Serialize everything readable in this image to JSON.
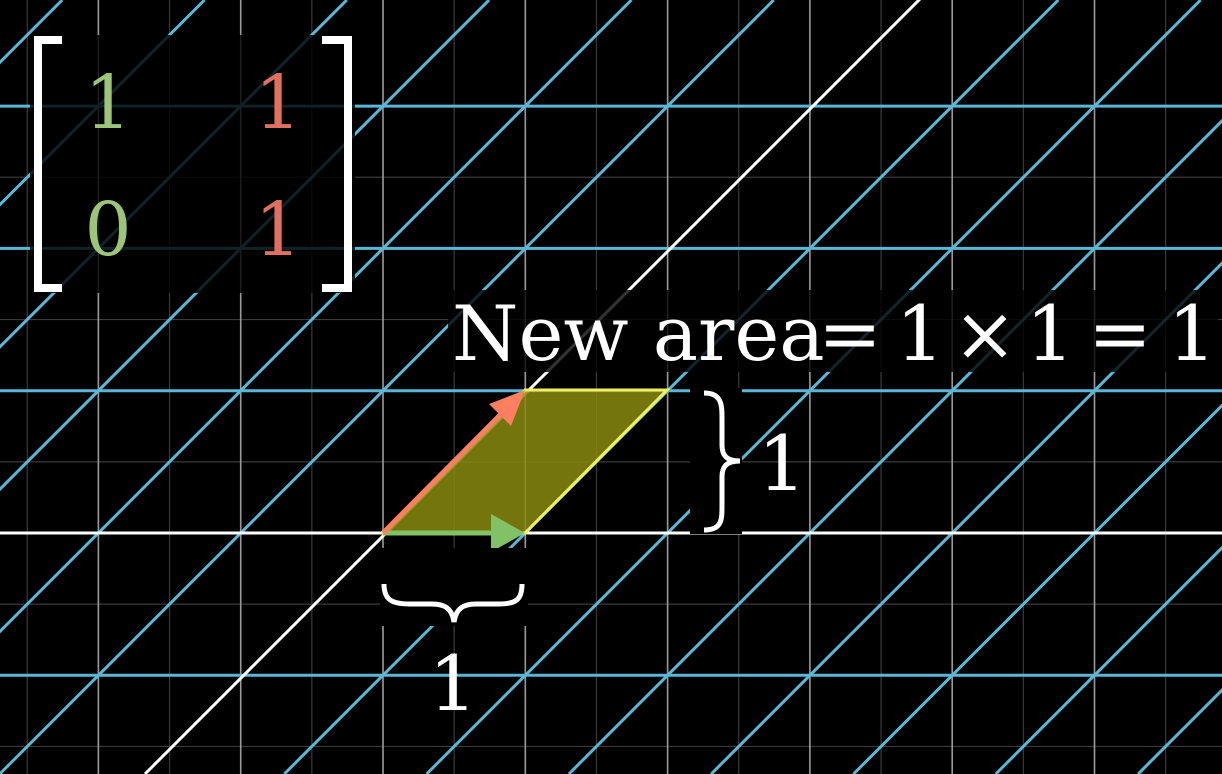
{
  "matrix": {
    "a": "1",
    "b": "1",
    "c": "0",
    "d": "1",
    "col1_color": "#9cc47a",
    "col2_color": "#e07060"
  },
  "equation": {
    "label": "New area",
    "eq1": "=",
    "factor1": "1",
    "times": "×",
    "factor2": "1",
    "eq2": "=",
    "result": "1"
  },
  "height_label": "1",
  "width_label": "1",
  "colors": {
    "background": "#000000",
    "grid_faint": "#3a3a3a",
    "grid_major": "#9a9a9a",
    "transformed_grid": "#5bb7d5",
    "axis": "#ffffff",
    "i_hat": "#83c167",
    "j_hat": "#fc7f60",
    "area_fill": "#8a8a10",
    "area_stroke": "#f0f060",
    "brace": "#ffffff"
  }
}
